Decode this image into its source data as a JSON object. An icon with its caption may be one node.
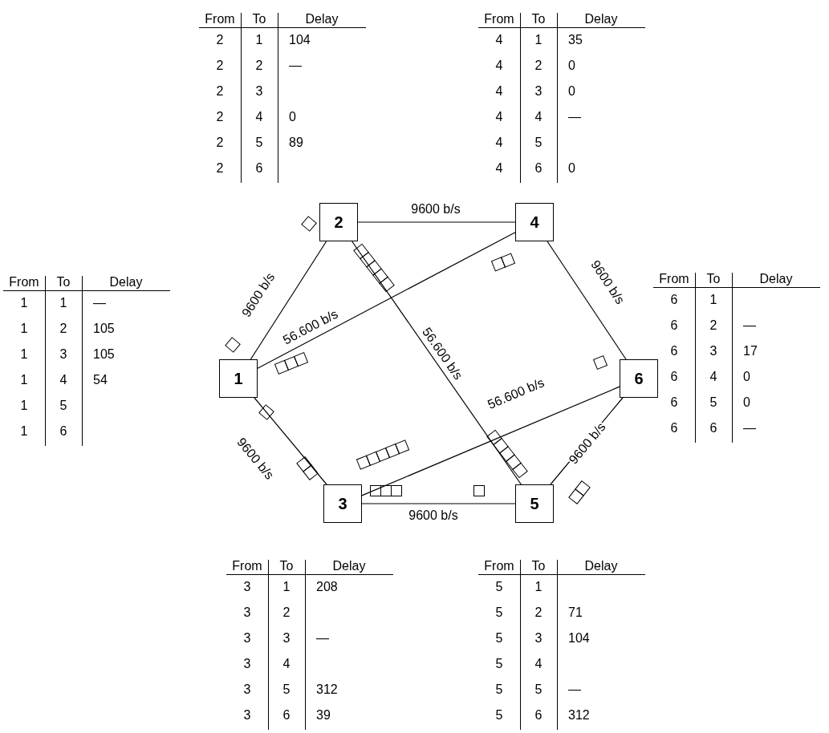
{
  "diagram": {
    "nodes": [
      {
        "text": [
          "1"
        ]
      },
      {
        "text": [
          "2"
        ]
      },
      {
        "text": [
          "4"
        ]
      },
      {
        "text": [
          "6"
        ]
      },
      {
        "text": [
          "3"
        ]
      },
      {
        "text": [
          "5"
        ]
      }
    ],
    "edges": [
      {
        "from": 0,
        "to": 1,
        "arrow": "none",
        "label": "9600 b/s"
      },
      {
        "from": 1,
        "to": 2,
        "arrow": "none",
        "label": "9600 b/s"
      },
      {
        "from": 2,
        "to": 3,
        "arrow": "none",
        "label": "9600 b/s"
      },
      {
        "from": 0,
        "to": 2,
        "arrow": "none",
        "label": "56.600 b/s"
      },
      {
        "from": 1,
        "to": 5,
        "arrow": "none",
        "label": "56.600 b/s"
      },
      {
        "from": 0,
        "to": 4,
        "arrow": "none",
        "label": "9600 b/s"
      },
      {
        "from": 4,
        "to": 3,
        "arrow": "none",
        "label": "56.600 b/s"
      },
      {
        "from": 4,
        "to": 5,
        "arrow": "none",
        "label": "9600 b/s"
      },
      {
        "from": 5,
        "to": 3,
        "arrow": "none",
        "label": "9600 b/s"
      }
    ],
    "labels": [
      "From",
      "To",
      "Delay",
      "2",
      "1",
      "104",
      "2",
      "2",
      "—",
      "2",
      "3",
      "2",
      "4",
      "0",
      "2",
      "5",
      "89",
      "2",
      "6",
      "From",
      "To",
      "Delay",
      "4",
      "1",
      "35",
      "4",
      "2",
      "0",
      "4",
      "3",
      "0",
      "4",
      "4",
      "—",
      "4",
      "5",
      "4",
      "6",
      "0",
      "From",
      "To",
      "Delay",
      "1",
      "1",
      "—",
      "1",
      "2",
      "105",
      "1",
      "3",
      "105",
      "1",
      "4",
      "54",
      "1",
      "5",
      "1",
      "6",
      "From",
      "To",
      "Delay",
      "6",
      "1",
      "6",
      "2",
      "—",
      "6",
      "3",
      "17",
      "6",
      "4",
      "0",
      "6",
      "5",
      "0",
      "6",
      "6",
      "—",
      "From",
      "To",
      "Delay",
      "3",
      "1",
      "208",
      "3",
      "2",
      "3",
      "3",
      "—",
      "3",
      "4",
      "3",
      "5",
      "312",
      "3",
      "6",
      "39",
      "From",
      "To",
      "Delay",
      "5",
      "1",
      "5",
      "2",
      "71",
      "5",
      "3",
      "104",
      "5",
      "4",
      "5",
      "5",
      "—",
      "5",
      "6",
      "312"
    ]
  }
}
